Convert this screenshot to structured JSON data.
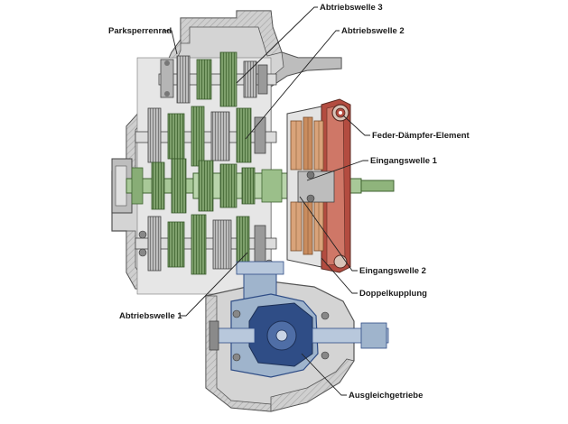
{
  "labels": {
    "parksperrenrad": "Parksperrenrad",
    "abtriebswelle_3": "Abtriebswelle 3",
    "abtriebswelle_2": "Abtriebswelle 2",
    "feder_daempfer": "Feder-Dämpfer-Element",
    "eingangswelle_1": "Eingangswelle 1",
    "eingangswelle_2": "Eingangswelle 2",
    "doppelkupplung": "Doppelkupplung",
    "abtriebswelle_1": "Abtriebswelle 1",
    "ausgleichgetriebe": "Ausgleichgetriebe"
  },
  "colors": {
    "housing": "#c9c9c9",
    "housing_dark": "#8e8e8e",
    "green_shaft": "#9bbf8a",
    "green_dark": "#5f8a4c",
    "blue_light": "#9fb4cc",
    "blue_dark": "#2f4d86",
    "clutch_orange": "#d9a37a",
    "clutch_red": "#b0443a",
    "outline": "#333333"
  }
}
